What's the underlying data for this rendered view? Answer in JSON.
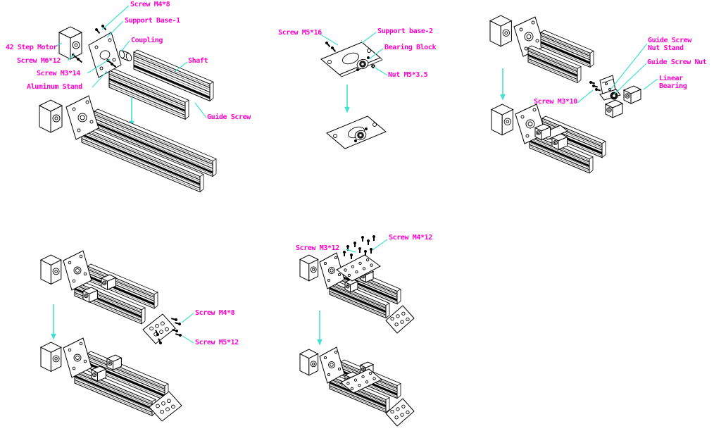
{
  "palette": {
    "label_text": "#ff00cc",
    "leader_line": "#45e0d0",
    "arrow": "#45e0d0",
    "drawing_line": "#000000",
    "background": "#ffffff"
  },
  "steps": [
    {
      "labels": {
        "screw_m4x8": "Screw M4*8",
        "support_base_1": "Support Base-1",
        "coupling": "Coupling",
        "step_motor_42": "42 Step Motor",
        "screw_m6x12": "Screw M6*12",
        "screw_m3x14": "Screw M3*14",
        "aluminum_stand": "Aluminum Stand",
        "shaft": "Shaft",
        "guide_screw": "Guide Screw"
      }
    },
    {
      "labels": {
        "screw_m5x16": "Screw M5*16",
        "support_base_2": "Support base-2",
        "bearing_block": "Bearing Block",
        "nut_m5x3_5": "Nut M5*3.5"
      }
    },
    {
      "labels": {
        "guide_screw_nut_stand": "Guide Screw\nNut Stand",
        "guide_screw_nut": "Guide Screw Nut",
        "linear_bearing": "Linear Bearing",
        "screw_m3x10": "Screw M3*10"
      }
    },
    {
      "labels": {
        "screw_m4x8": "Screw M4*8",
        "screw_m5x12": "Screw M5*12"
      }
    },
    {
      "labels": {
        "screw_m3x12": "Screw M3*12",
        "screw_m4x12": "Screw M4*12"
      }
    }
  ]
}
